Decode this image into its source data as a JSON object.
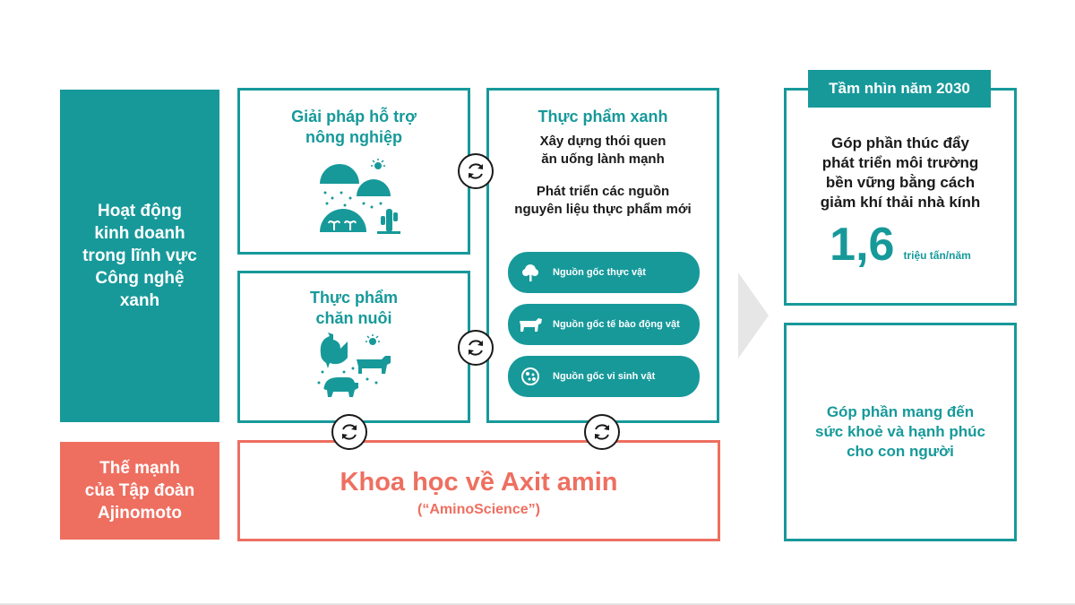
{
  "colors": {
    "teal": "#17999a",
    "coral": "#ee6f60",
    "arrow": "#e6e6e6"
  },
  "left": {
    "business_label": "Hoạt động\nkinh doanh\ntrong lĩnh vực\nCông nghệ\nxanh",
    "strength_label": "Thế mạnh\ncủa Tập đoàn\nAjinomoto"
  },
  "agri": {
    "title": "Giải pháp hỗ trợ\nnông nghiệp",
    "icon": "greenhouse-sprouts-icon"
  },
  "livestock": {
    "title": "Thực phẩm\nchăn nuôi",
    "icon": "livestock-icon"
  },
  "green_food": {
    "title": "Thực phẩm xanh",
    "line1": "Xây dựng thói quen\năn uống lành mạnh",
    "line2": "Phát triển các nguồn\nnguyên liệu thực phẩm mới",
    "sources": [
      {
        "label": "Nguồn gốc thực vật",
        "icon": "tree-icon"
      },
      {
        "label": "Nguồn gốc tế bào động vật",
        "icon": "cow-icon"
      },
      {
        "label": "Nguồn gốc vi sinh vật",
        "icon": "microbe-icon"
      }
    ]
  },
  "amino": {
    "title": "Khoa học về Axit amin",
    "subtitle": "(“AminoScience”)"
  },
  "vision": {
    "tag": "Tầm nhìn năm 2030",
    "goal1": "Góp phần thúc đẩy\nphát triển môi trường\nbền vững bằng cách\ngiảm khí thải nhà kính",
    "value": "1,6",
    "unit": "triệu tấn/năm",
    "goal2": "Góp phần mang đến\nsức khoẻ và hạnh phúc\ncho con người"
  }
}
